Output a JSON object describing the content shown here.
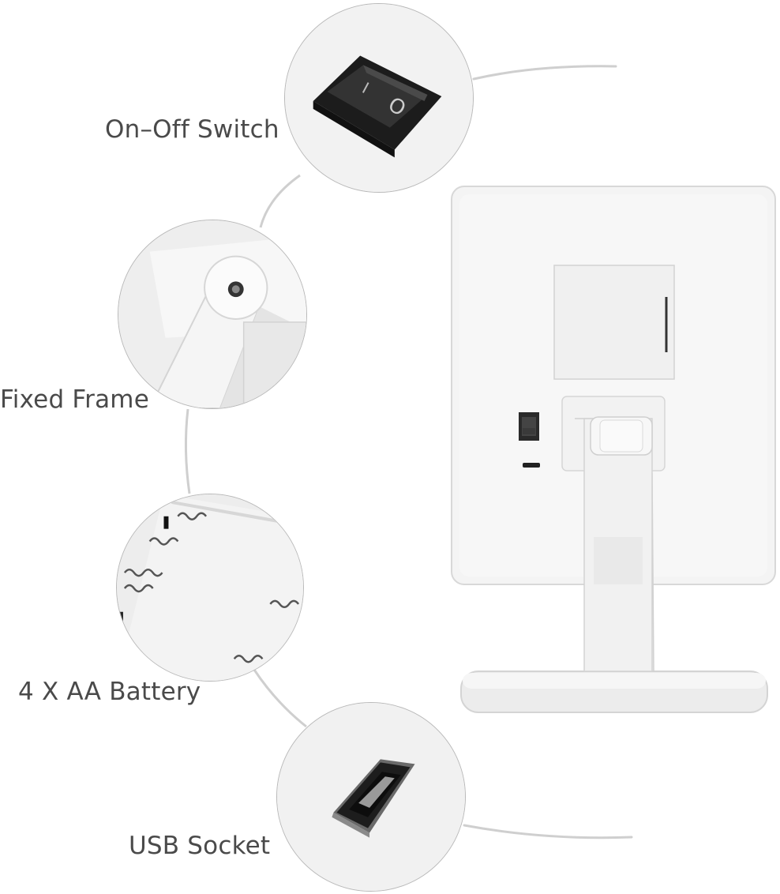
{
  "labels": {
    "switch": "On–Off Switch",
    "frame": "Fixed Frame",
    "battery": "4 X AA Battery",
    "usb": "USB Socket"
  },
  "switch_glyphs": {
    "off_mark": "I",
    "on_mark": "O"
  }
}
